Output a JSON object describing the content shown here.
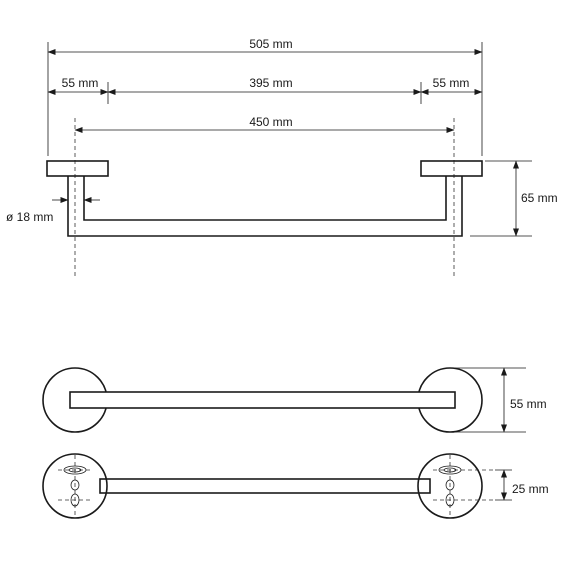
{
  "dimensions": {
    "overall_width": "505 mm",
    "left_rosette": "55 mm",
    "bar_span": "395 mm",
    "right_rosette": "55 mm",
    "centers": "450 mm",
    "tube_diameter": "ø 18 mm",
    "projection": "65 mm",
    "rosette_diameter": "55 mm",
    "screw_spacing": "25 mm"
  },
  "views": [
    "front-view",
    "top-view",
    "back-view"
  ],
  "colors": {
    "line": "#1a1a1a",
    "background": "#ffffff"
  }
}
